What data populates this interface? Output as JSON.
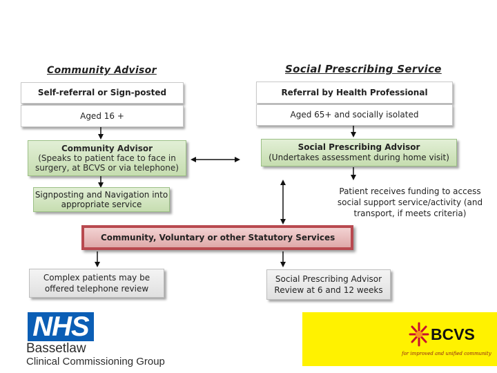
{
  "left": {
    "title": "Community Advisor",
    "referral": "Self-referral or Sign-posted",
    "age": "Aged 16 +",
    "advisor_title": "Community Advisor",
    "advisor_desc": "(Speaks to patient face to face in surgery, at BCVS or via telephone)",
    "signposting": "Signposting and Navigation into appropriate service",
    "complex": "Complex patients may be offered telephone review"
  },
  "right": {
    "title": "Social Prescribing Service",
    "referral": "Referral by Health Professional",
    "age": "Aged 65+ and socially isolated",
    "advisor_title": "Social Prescribing Advisor",
    "advisor_desc": "(Undertakes assessment during home visit)",
    "funding": "Patient receives funding to access social support service/activity (and transport, if meets criteria)",
    "review": "Social Prescribing Advisor Review at 6 and 12 weeks"
  },
  "center": {
    "services": "Community, Voluntary or other Statutory Services"
  },
  "logos": {
    "nhs_badge": "NHS",
    "nhs_name": "Bassetlaw",
    "nhs_group": "Clinical Commissioning Group",
    "bcvs": "BCVS",
    "bcvs_tagline": "for improved and unified community"
  },
  "colors": {
    "red_border": "#b8494f",
    "green_fill": "#c6ddb0",
    "nhs_blue": "#0b5eb5",
    "bcvs_yellow": "#fff200"
  }
}
